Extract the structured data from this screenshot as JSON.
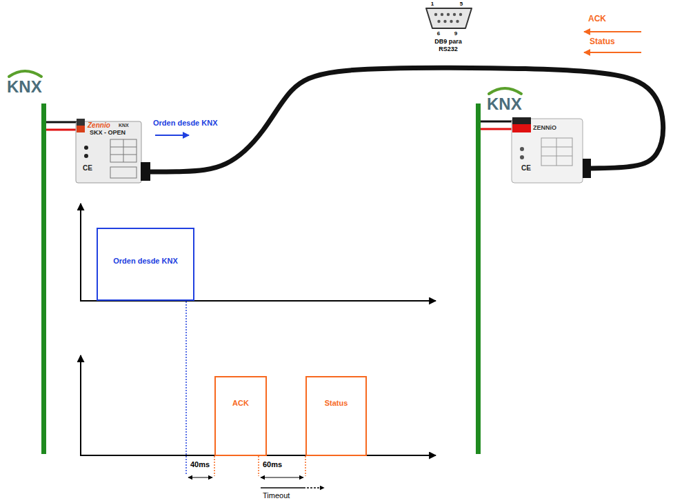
{
  "diagram": {
    "nodes": [
      {
        "text": [
          "Zennio",
          "KNX",
          "SKX - OPEN",
          "CE"
        ]
      },
      {
        "text": [
          "ZENNiO",
          "CE"
        ]
      },
      {
        "text": [
          "Orden desde KNX"
        ]
      },
      {
        "text": [
          "ACK"
        ]
      },
      {
        "text": [
          "Status"
        ]
      }
    ],
    "edges": [
      {
        "from": 0,
        "to": 1,
        "arrow": "none"
      }
    ],
    "labels": [
      "1",
      "5",
      "ACK",
      "6",
      "9",
      "Status",
      "DB9 para RS232",
      "KNX",
      "KNX",
      "Orden desde KNX",
      "40ms",
      "60ms",
      "Timeout"
    ]
  }
}
